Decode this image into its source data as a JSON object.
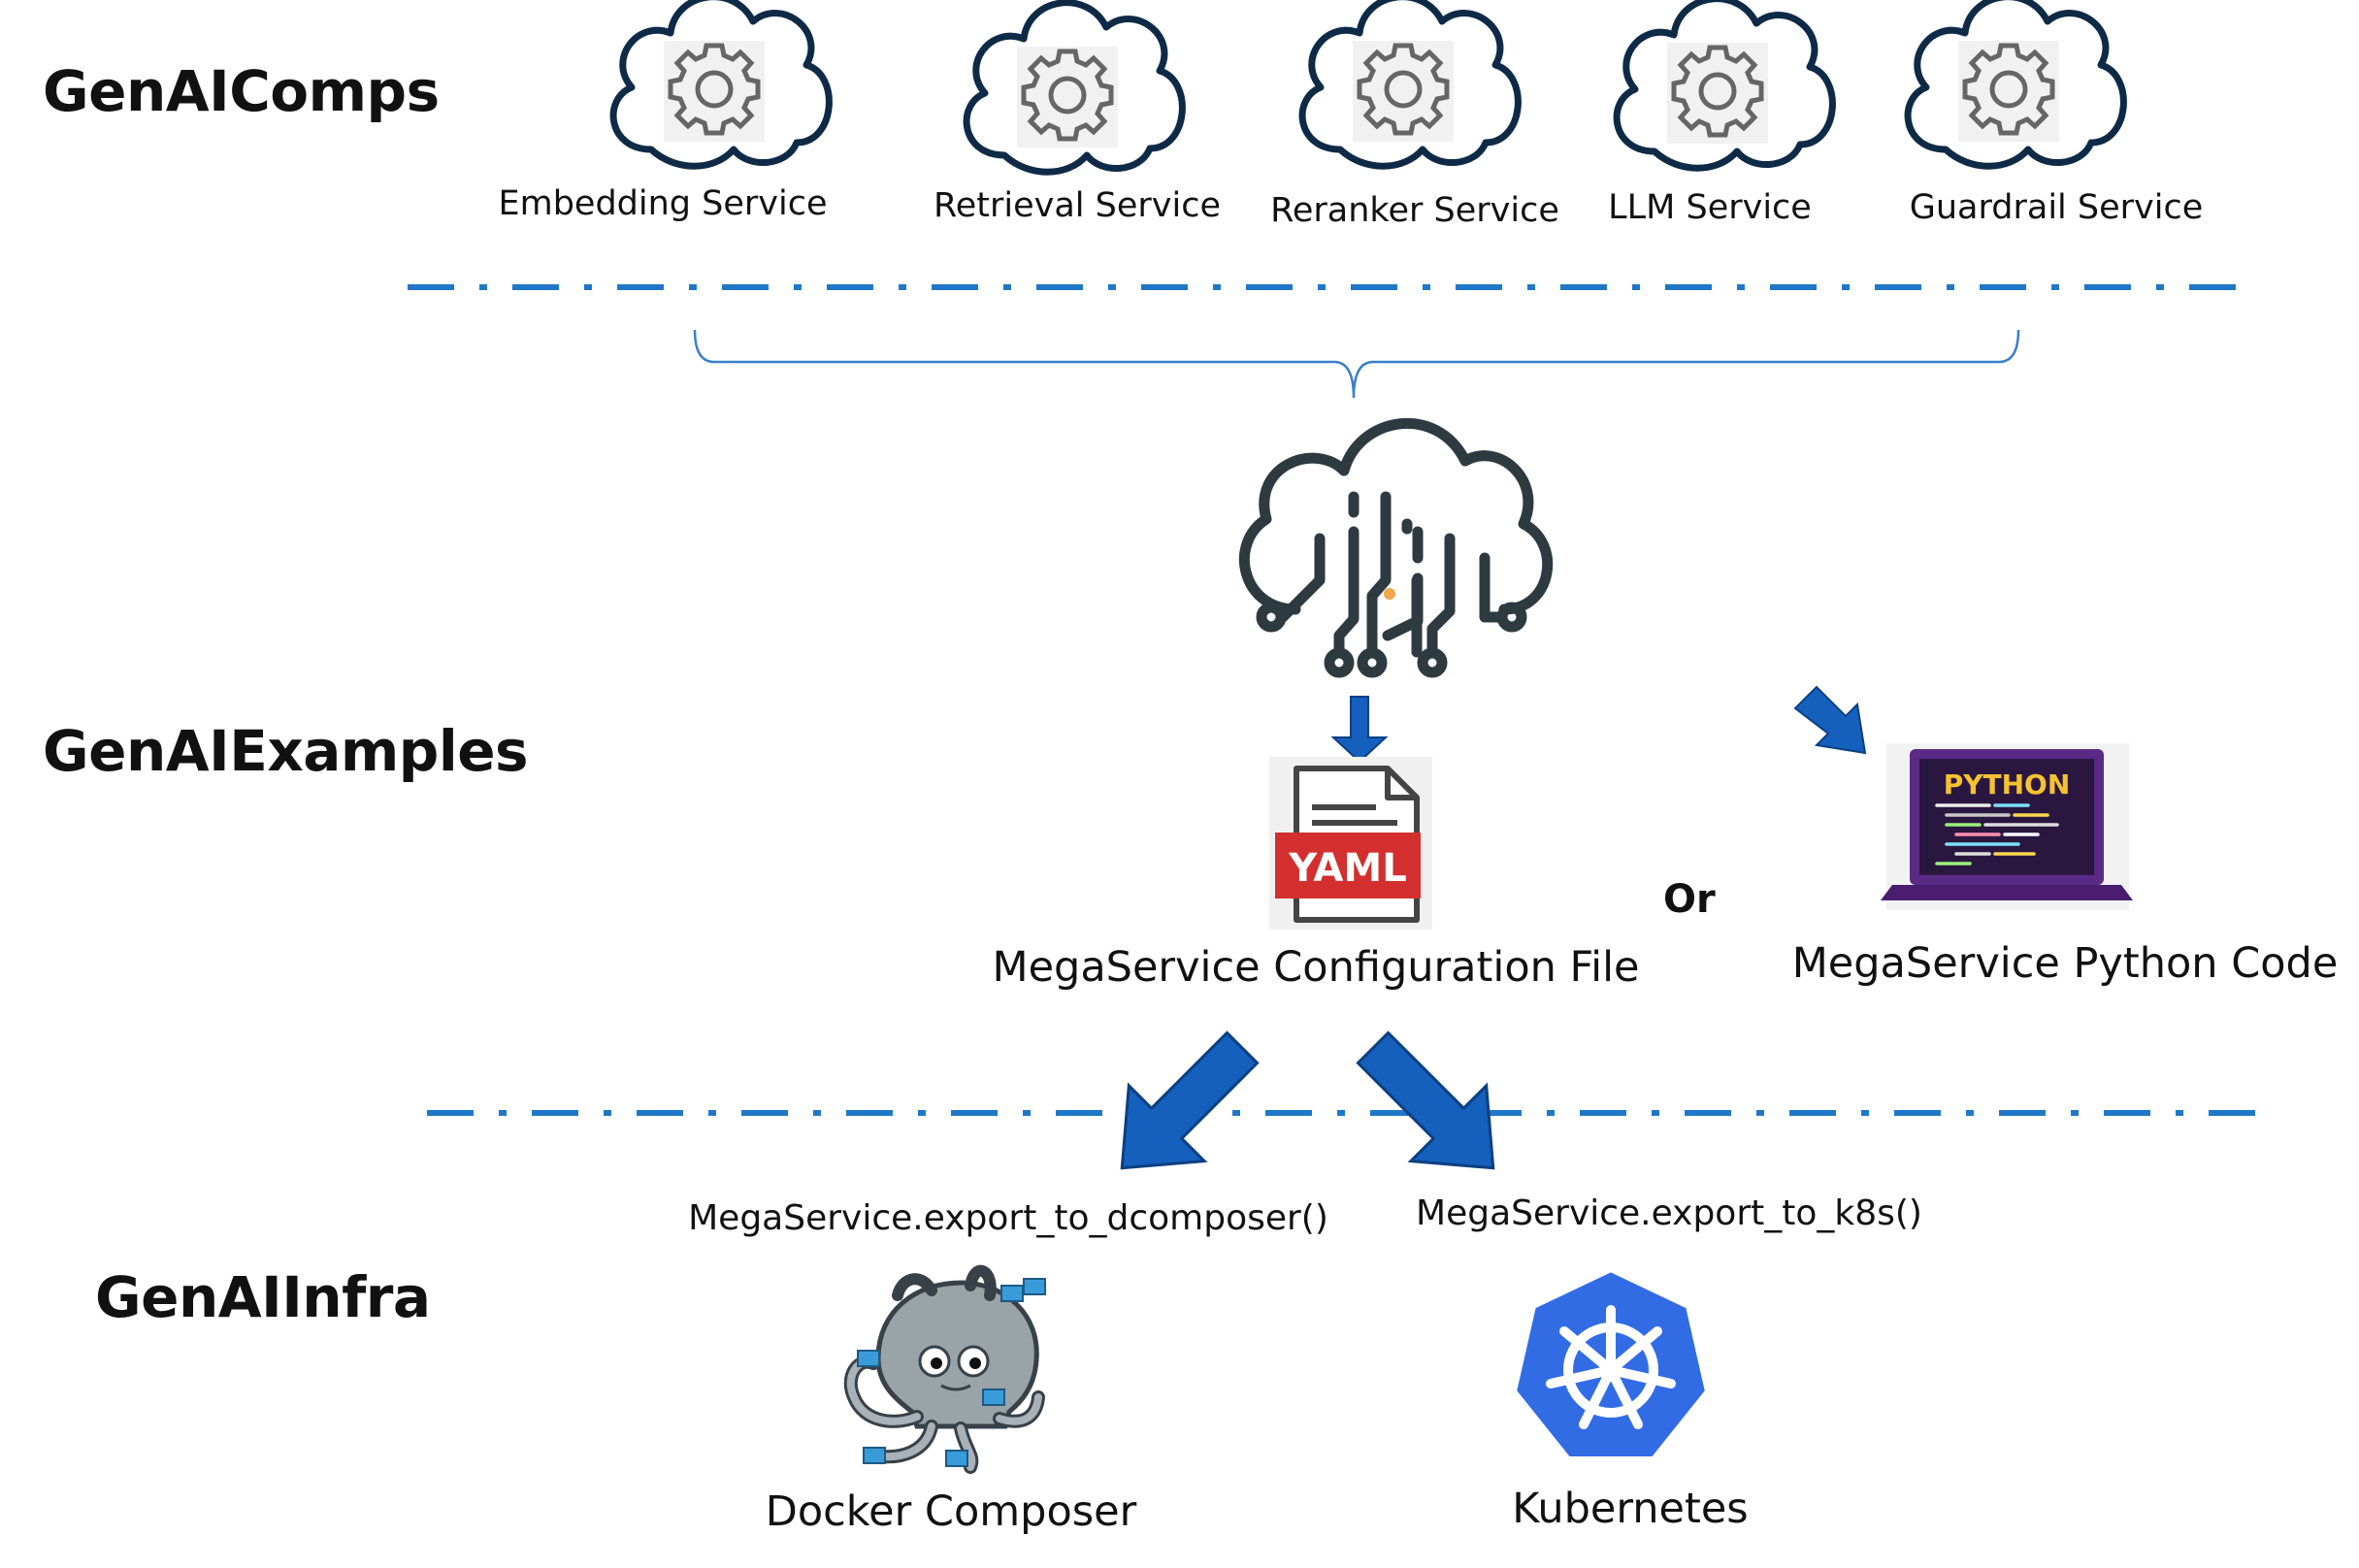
{
  "layers": {
    "comps": "GenAIComps",
    "examples": "GenAIExamples",
    "infra": "GenAIInfra"
  },
  "services": [
    {
      "label": "Embedding Service"
    },
    {
      "label": "Retrieval Service"
    },
    {
      "label": "Reranker Service"
    },
    {
      "label": "LLM Service"
    },
    {
      "label": "Guardrail Service"
    }
  ],
  "megaservice": {
    "yaml_badge": "YAML",
    "config_label": "MegaService Configuration File",
    "or_label": "Or",
    "python_badge": "PYTHON",
    "python_label": "MegaService Python Code"
  },
  "infra": {
    "docker_call": "MegaService.export_to_dcomposer()",
    "k8s_call": "MegaService.export_to_k8s()",
    "docker_label": "Docker Composer",
    "k8s_label": "Kubernetes"
  },
  "colors": {
    "divider": "#1f77c8",
    "arrow": "#1560bd",
    "cloud_outline": "#0e2a47",
    "yaml_red": "#d32f2f",
    "k8s_blue": "#326ce5",
    "laptop_purple": "#5b2a86"
  }
}
